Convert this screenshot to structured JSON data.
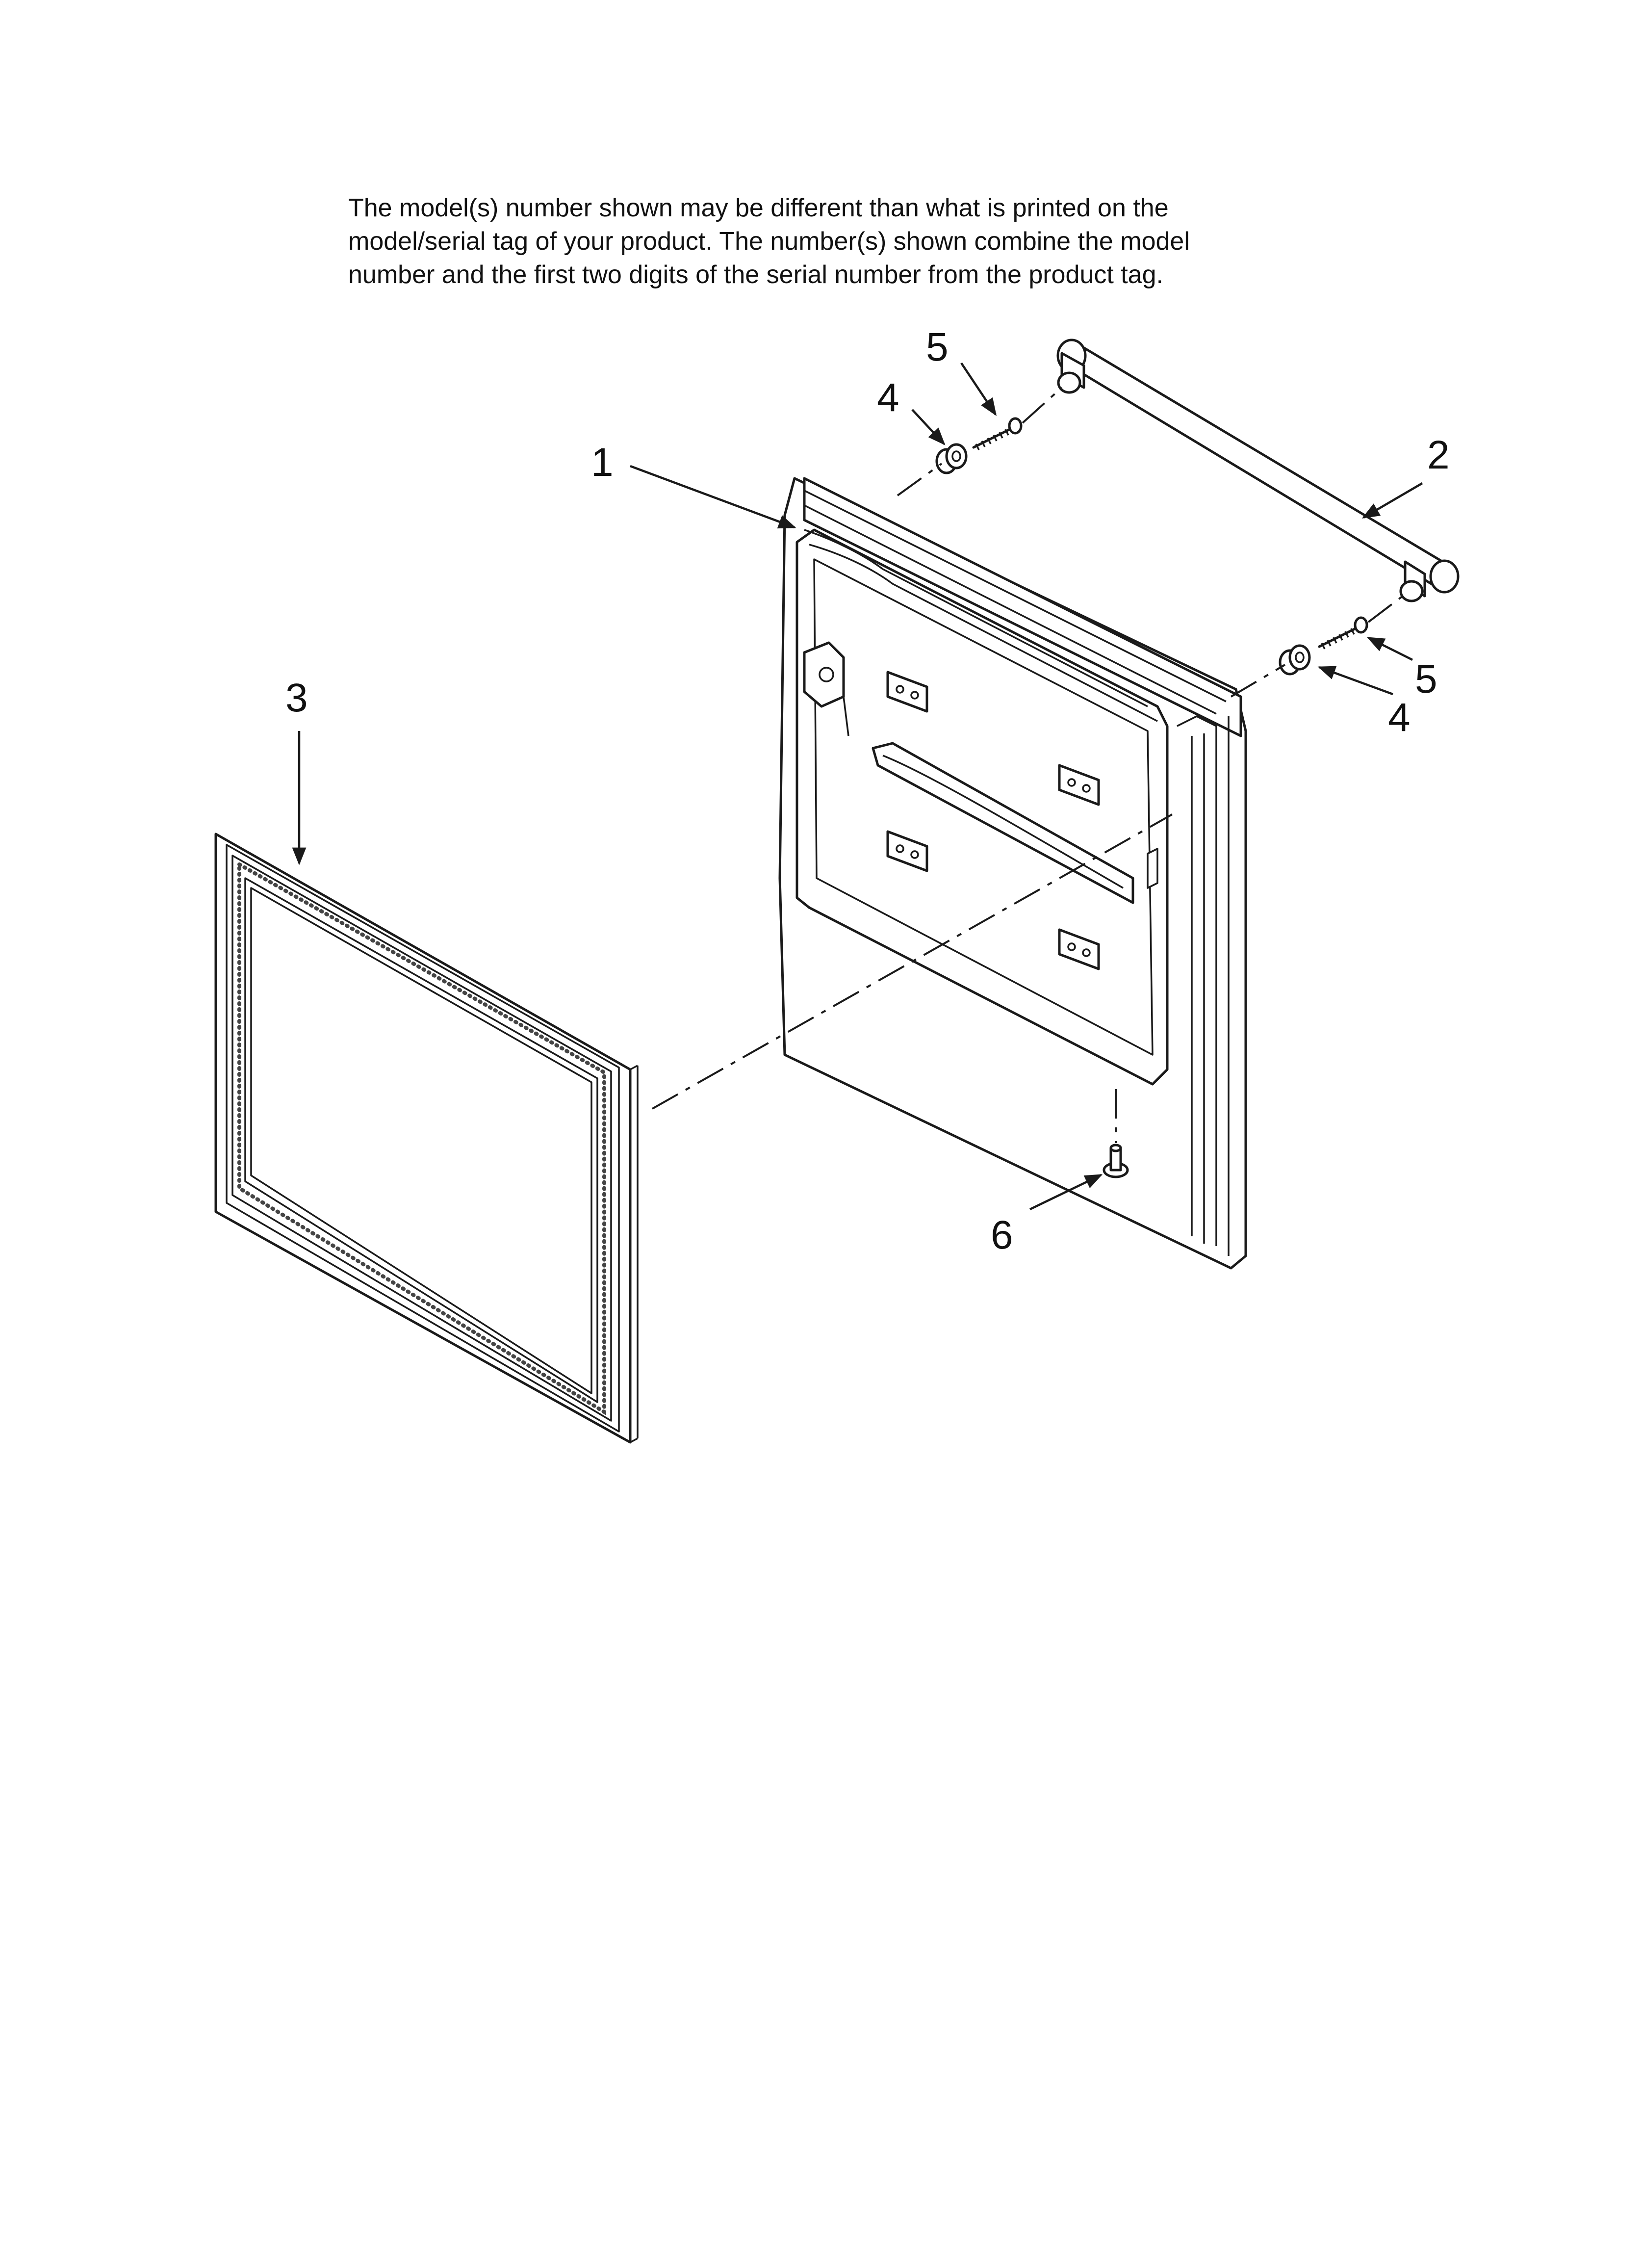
{
  "note": {
    "line1": "The model(s) number shown may be different than what is printed on the",
    "line2": "model/serial tag of your product. The number(s) shown combine the model",
    "line3": "number and the first two digits of the serial number from the product tag."
  },
  "callouts": {
    "door": "1",
    "handle": "2",
    "gasket": "3",
    "spacer_top": "4",
    "screw_top": "5",
    "spacer_bottom": "4",
    "screw_bottom": "5",
    "plug": "6"
  }
}
